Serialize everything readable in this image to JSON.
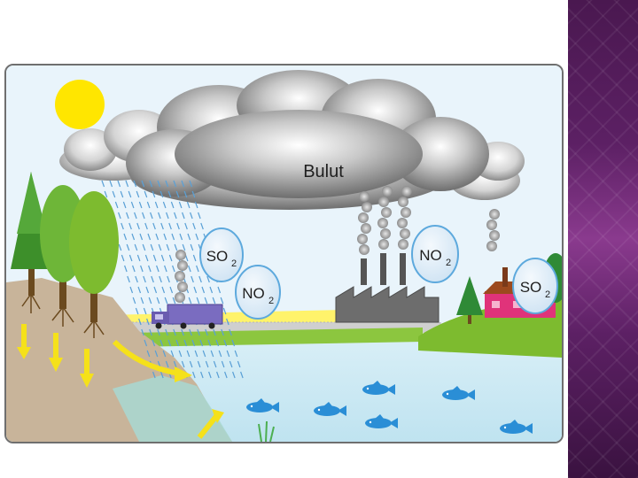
{
  "labels": {
    "cloud": "Bulut",
    "bubble_so2_left": "SO",
    "bubble_so2_left_sub": "2",
    "bubble_no2_left": "NO",
    "bubble_no2_left_sub": "2",
    "bubble_no2_factory": "NO",
    "bubble_no2_factory_sub": "2",
    "bubble_so2_right": "SO",
    "bubble_so2_right_sub": "2"
  },
  "colors": {
    "sky": "#e9f4fb",
    "water": "#c9e8f3",
    "sun": "#ffe600",
    "cloud": "#9a9a9a",
    "grass": "#8cc63f",
    "tree": "#7dbb2f",
    "trunk": "#6b4a1f",
    "soil": "#c8b49a",
    "arrow": "#f5e11a",
    "fish": "#2a8ed6",
    "factory": "#6d6d6d",
    "truck": "#7a6cc0",
    "house": "#e0337a",
    "bubble": "#d7e9f7",
    "bubble_border": "#5da9dd",
    "side_panel": "#4a1850"
  },
  "icons": [
    "sun-icon",
    "cloud-icon",
    "tree-icon",
    "factory-icon",
    "truck-icon",
    "house-icon",
    "fish-icon",
    "arrow-icon"
  ]
}
